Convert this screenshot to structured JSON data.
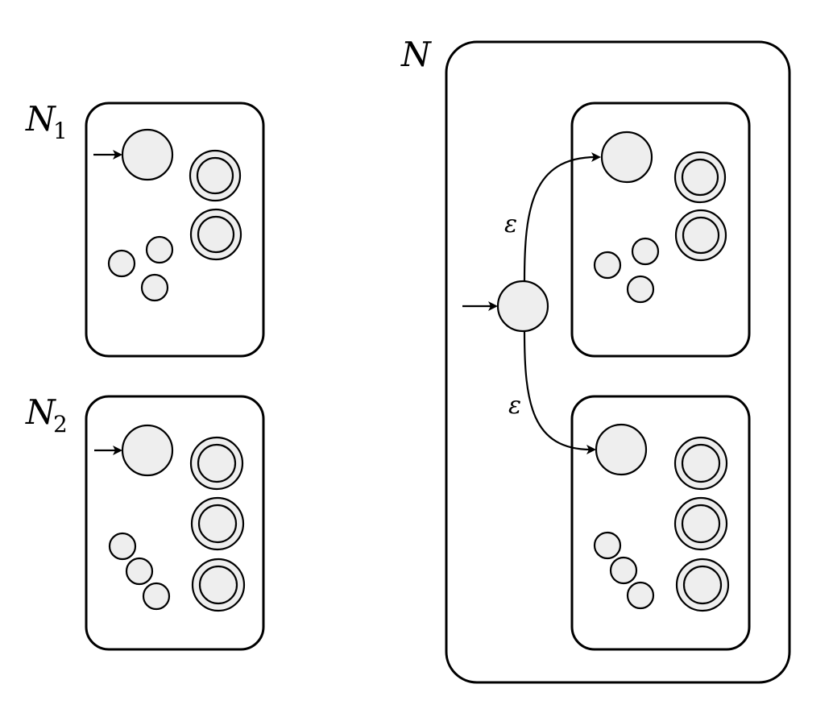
{
  "labels": {
    "n1_main": "N",
    "n1_sub": "1",
    "n2_main": "N",
    "n2_sub": "2",
    "n_main": "N",
    "eps_top": "ε",
    "eps_bottom": "ε"
  }
}
